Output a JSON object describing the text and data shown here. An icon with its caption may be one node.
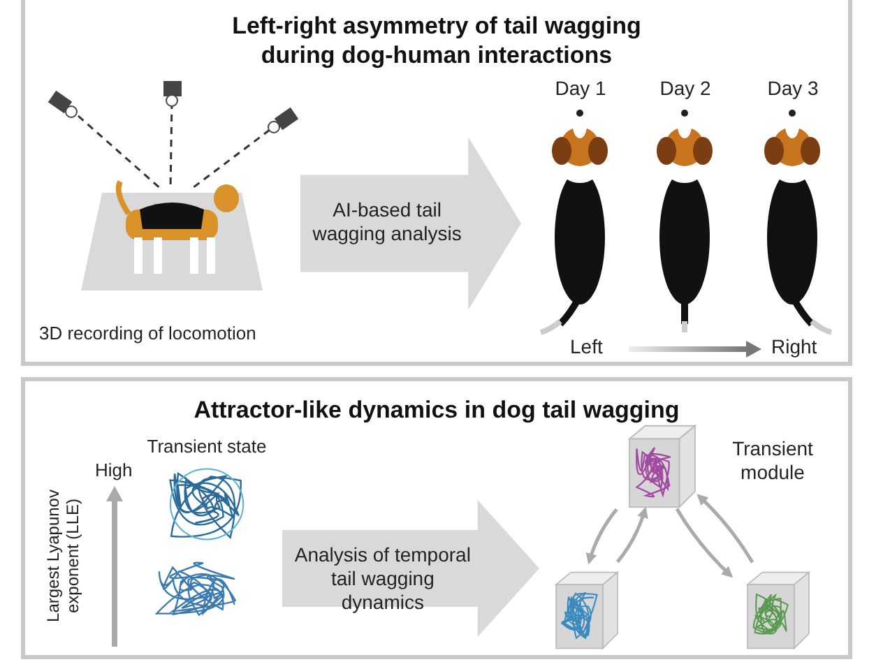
{
  "diagram": {
    "nodes": [
      {
        "text": [
          "Left-right asymmetry of tail wagging during dog-human interactions"
        ]
      },
      {
        "text": [
          "3D recording of locomotion"
        ],
        "in": 0
      },
      {
        "text": [
          "Day 1"
        ],
        "in": 0
      },
      {
        "text": [
          "Day 2"
        ],
        "in": 0
      },
      {
        "text": [
          "Day 3"
        ],
        "in": 0
      },
      {
        "text": [
          "Attractor-like dynamics in dog tail wagging"
        ]
      },
      {
        "text": [
          "Transient state"
        ],
        "in": 5
      },
      {
        "text": [],
        "shape": "picture",
        "in": 5
      },
      {
        "text": [
          "Transient module"
        ],
        "in": 5
      },
      {
        "text": [],
        "shape": "box",
        "in": 5
      },
      {
        "text": [],
        "shape": "box",
        "in": 5
      }
    ],
    "edges": [
      {
        "from": 1,
        "to": 2,
        "arrow": "to",
        "label": "AI-based tail wagging analysis",
        "style": "thick"
      },
      {
        "from": 6,
        "to": 9,
        "arrow": "to",
        "label": "Analysis of temporal tail wagging dynamics",
        "style": "thick"
      },
      {
        "from": 8,
        "to": 9,
        "arrow": "to"
      },
      {
        "from": 9,
        "to": 8,
        "arrow": "to"
      },
      {
        "from": 8,
        "to": 10,
        "arrow": "to"
      },
      {
        "from": 10,
        "to": 8,
        "arrow": "to"
      }
    ],
    "labels": [
      "Left",
      "Right",
      "High",
      "Largest Lyapunov exponent (LLE)"
    ]
  }
}
